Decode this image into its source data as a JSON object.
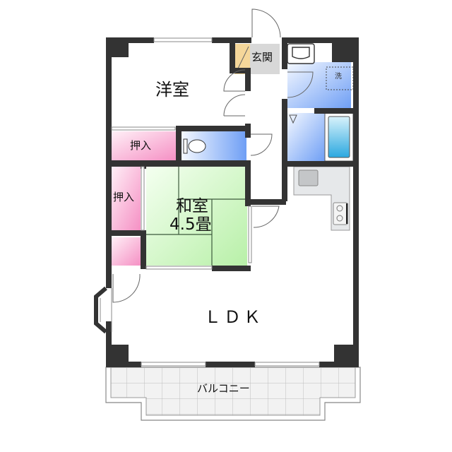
{
  "floorplan": {
    "rooms": {
      "western_room": {
        "label": "洋室"
      },
      "entrance": {
        "label": "玄関"
      },
      "washroom": {
        "label": "洗"
      },
      "closet_top": {
        "label": "押入"
      },
      "closet_left": {
        "label": "押入"
      },
      "japanese_room": {
        "label": "和室",
        "size": "4.5畳"
      },
      "ldk": {
        "label": "ＬＤＫ"
      },
      "balcony": {
        "label": "バルコニー"
      }
    },
    "colors": {
      "wall": "#333333",
      "closet_pink": "#f8a8d0",
      "tatami_green": "#c8f5c0",
      "water_blue": "#7aa8f5",
      "shoebox_tan": "#f5d79a",
      "entrance_gray": "#d8d8d8",
      "kitchen_gray": "#e4e6e8",
      "balcony_tile": "#eeeeee"
    }
  }
}
